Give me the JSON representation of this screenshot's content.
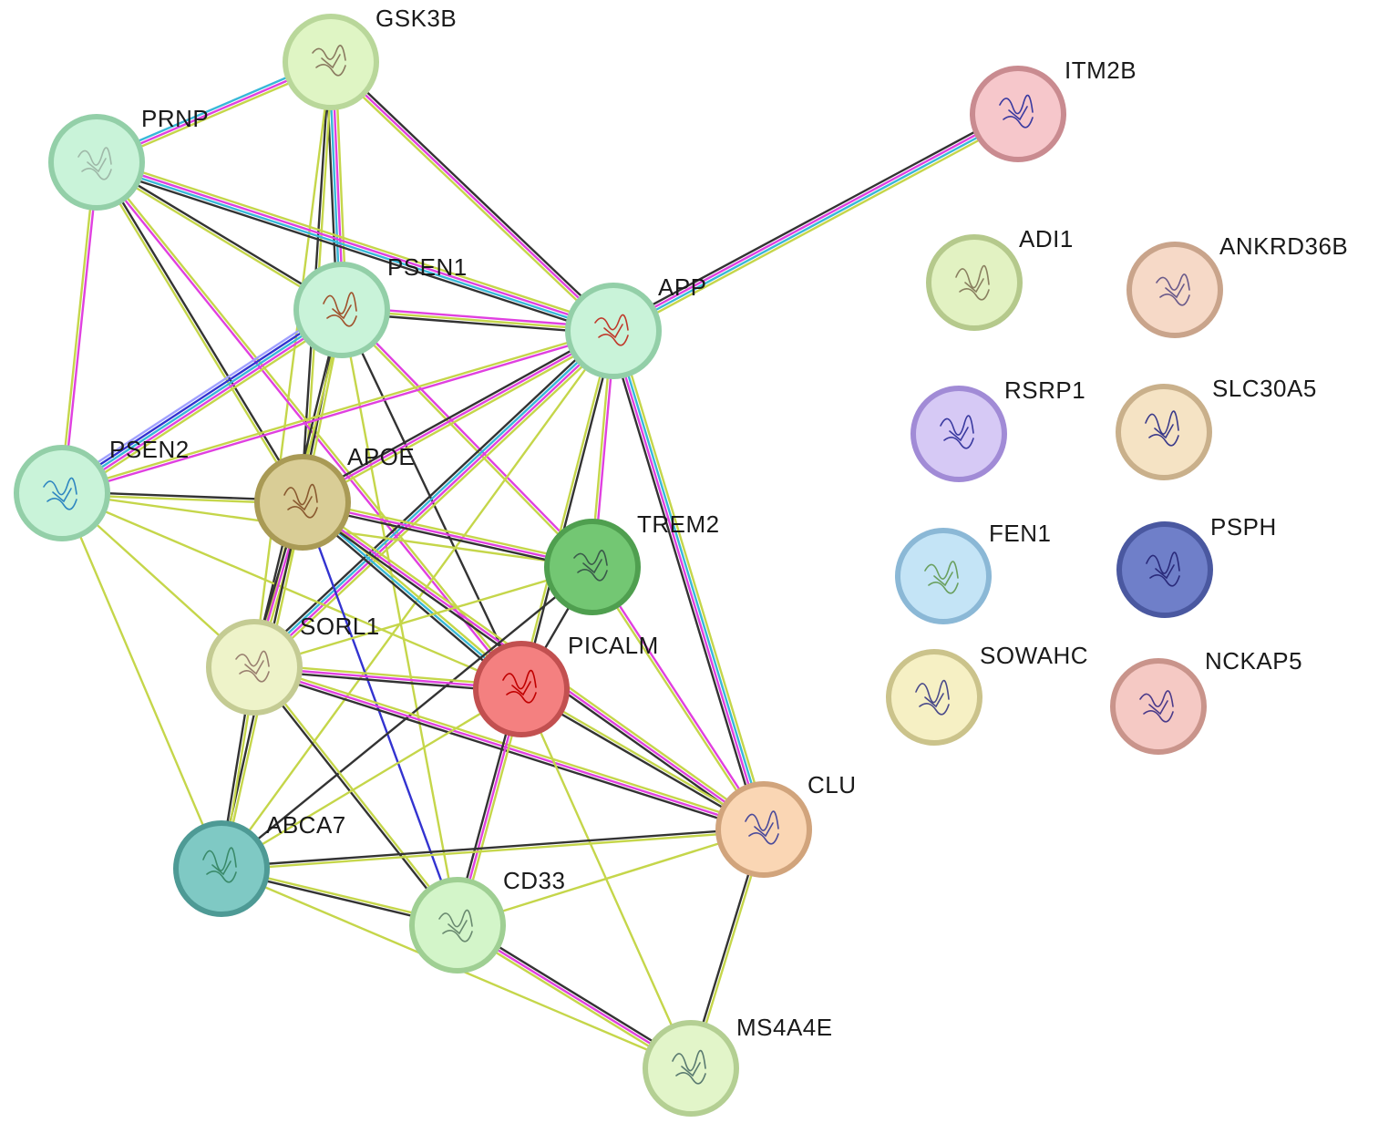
{
  "network": {
    "nodes": [
      {
        "id": "GSK3B",
        "label": "GSK3B",
        "fill": "#dff5c4",
        "stroke": "#b9d79a",
        "glyph": "#8a7a60"
      },
      {
        "id": "PRNP",
        "label": "PRNP",
        "fill": "#c9f3d9",
        "stroke": "#93cfa8",
        "glyph": "#9fb8a8"
      },
      {
        "id": "PSEN1",
        "label": "PSEN1",
        "fill": "#c9f3d9",
        "stroke": "#93cfa8",
        "glyph": "#a0522d"
      },
      {
        "id": "APP",
        "label": "APP",
        "fill": "#c9f3d9",
        "stroke": "#93cfa8",
        "glyph": "#c0392b"
      },
      {
        "id": "ITM2B",
        "label": "ITM2B",
        "fill": "#f6c7cb",
        "stroke": "#c98b90",
        "glyph": "#3a3aa0"
      },
      {
        "id": "ADI1",
        "label": "ADI1",
        "fill": "#e2f2c2",
        "stroke": "#b5c98c",
        "glyph": "#8a8060"
      },
      {
        "id": "ANKRD36B",
        "label": "ANKRD36B",
        "fill": "#f6d9c7",
        "stroke": "#c9a48b",
        "glyph": "#6a5a8a"
      },
      {
        "id": "RSRP1",
        "label": "RSRP1",
        "fill": "#d6c9f5",
        "stroke": "#a18bd6",
        "glyph": "#3a3aa0"
      },
      {
        "id": "SLC30A5",
        "label": "SLC30A5",
        "fill": "#f5e3c4",
        "stroke": "#c9b08b",
        "glyph": "#3a3a8a"
      },
      {
        "id": "PSEN2",
        "label": "PSEN2",
        "fill": "#c9f3d9",
        "stroke": "#93cfa8",
        "glyph": "#2e86c1"
      },
      {
        "id": "APOE",
        "label": "APOE",
        "fill": "#d9cd96",
        "stroke": "#a99a55",
        "glyph": "#8a5a30"
      },
      {
        "id": "TREM2",
        "label": "TREM2",
        "fill": "#73c773",
        "stroke": "#4f9f4f",
        "glyph": "#3a5a4a"
      },
      {
        "id": "FEN1",
        "label": "FEN1",
        "fill": "#c4e4f6",
        "stroke": "#8bb8d6",
        "glyph": "#6aa060"
      },
      {
        "id": "PSPH",
        "label": "PSPH",
        "fill": "#6f7fc9",
        "stroke": "#4a58a0",
        "glyph": "#2a2a7a"
      },
      {
        "id": "SORL1",
        "label": "SORL1",
        "fill": "#eef3c9",
        "stroke": "#c4cb93",
        "glyph": "#9a8070"
      },
      {
        "id": "PICALM",
        "label": "PICALM",
        "fill": "#f48080",
        "stroke": "#c25050",
        "glyph": "#c00000"
      },
      {
        "id": "SOWAHC",
        "label": "SOWAHC",
        "fill": "#f6f0c4",
        "stroke": "#cbc38b",
        "glyph": "#4a4a8a"
      },
      {
        "id": "NCKAP5",
        "label": "NCKAP5",
        "fill": "#f5c9c4",
        "stroke": "#c9948b",
        "glyph": "#4a3a8a"
      },
      {
        "id": "CLU",
        "label": "CLU",
        "fill": "#fad6b4",
        "stroke": "#d1a47c",
        "glyph": "#4a4a9a"
      },
      {
        "id": "ABCA7",
        "label": "ABCA7",
        "fill": "#7fc9c4",
        "stroke": "#4e9a95",
        "glyph": "#3a8a6a"
      },
      {
        "id": "CD33",
        "label": "CD33",
        "fill": "#d3f5c9",
        "stroke": "#9fcf93",
        "glyph": "#6a8a70"
      },
      {
        "id": "MS4A4E",
        "label": "MS4A4E",
        "fill": "#e2f5c9",
        "stroke": "#b4cf93",
        "glyph": "#5a7a70"
      }
    ],
    "edges": [
      {
        "a": "GSK3B",
        "b": "PRNP",
        "colors": [
          "#c5d64a",
          "#e040e0",
          "#38b8d8"
        ]
      },
      {
        "a": "GSK3B",
        "b": "PSEN1",
        "colors": [
          "#c5d64a",
          "#e040e0",
          "#38b8d8",
          "#333333"
        ]
      },
      {
        "a": "GSK3B",
        "b": "APP",
        "colors": [
          "#333333",
          "#e040e0",
          "#c5d64a"
        ]
      },
      {
        "a": "GSK3B",
        "b": "APOE",
        "colors": [
          "#c5d64a",
          "#333333"
        ]
      },
      {
        "a": "GSK3B",
        "b": "SORL1",
        "colors": [
          "#c5d64a"
        ]
      },
      {
        "a": "PRNP",
        "b": "PSEN1",
        "colors": [
          "#333333",
          "#c5d64a"
        ]
      },
      {
        "a": "PRNP",
        "b": "APP",
        "colors": [
          "#c5d64a",
          "#e040e0",
          "#38b8d8",
          "#333333"
        ]
      },
      {
        "a": "PRNP",
        "b": "PSEN2",
        "colors": [
          "#e040e0",
          "#c5d64a"
        ]
      },
      {
        "a": "PRNP",
        "b": "APOE",
        "colors": [
          "#333333",
          "#c5d64a"
        ]
      },
      {
        "a": "PRNP",
        "b": "PICALM",
        "colors": [
          "#c5d64a",
          "#e040e0"
        ]
      },
      {
        "a": "PSEN1",
        "b": "APP",
        "colors": [
          "#e040e0",
          "#c5d64a",
          "#333333"
        ]
      },
      {
        "a": "PSEN1",
        "b": "PSEN2",
        "colors": [
          "#c5d64a",
          "#e040e0",
          "#38b8d8",
          "#3333d0",
          "#a0a0ff"
        ]
      },
      {
        "a": "PSEN1",
        "b": "APOE",
        "colors": [
          "#c5d64a",
          "#333333"
        ]
      },
      {
        "a": "PSEN1",
        "b": "TREM2",
        "colors": [
          "#e040e0",
          "#c5d64a"
        ]
      },
      {
        "a": "PSEN1",
        "b": "SORL1",
        "colors": [
          "#c5d64a",
          "#333333"
        ]
      },
      {
        "a": "PSEN1",
        "b": "PICALM",
        "colors": [
          "#333333"
        ]
      },
      {
        "a": "PSEN1",
        "b": "CD33",
        "colors": [
          "#c5d64a"
        ]
      },
      {
        "a": "APP",
        "b": "ITM2B",
        "colors": [
          "#333333",
          "#e040e0",
          "#38b8d8",
          "#c5d64a"
        ]
      },
      {
        "a": "APP",
        "b": "PSEN2",
        "colors": [
          "#e040e0",
          "#c5d64a"
        ]
      },
      {
        "a": "APP",
        "b": "APOE",
        "colors": [
          "#c5d64a",
          "#e040e0",
          "#333333"
        ]
      },
      {
        "a": "APP",
        "b": "TREM2",
        "colors": [
          "#e040e0",
          "#c5d64a"
        ]
      },
      {
        "a": "APP",
        "b": "SORL1",
        "colors": [
          "#c5d64a",
          "#e040e0",
          "#38b8d8",
          "#333333"
        ]
      },
      {
        "a": "APP",
        "b": "PICALM",
        "colors": [
          "#333333",
          "#c5d64a"
        ]
      },
      {
        "a": "APP",
        "b": "CLU",
        "colors": [
          "#c5d64a",
          "#38b8d8",
          "#e040e0",
          "#333333"
        ]
      },
      {
        "a": "APP",
        "b": "ABCA7",
        "colors": [
          "#c5d64a"
        ]
      },
      {
        "a": "PSEN2",
        "b": "APOE",
        "colors": [
          "#333333",
          "#c5d64a"
        ]
      },
      {
        "a": "PSEN2",
        "b": "TREM2",
        "colors": [
          "#c5d64a"
        ]
      },
      {
        "a": "PSEN2",
        "b": "SORL1",
        "colors": [
          "#c5d64a"
        ]
      },
      {
        "a": "PSEN2",
        "b": "PICALM",
        "colors": [
          "#c5d64a"
        ]
      },
      {
        "a": "PSEN2",
        "b": "ABCA7",
        "colors": [
          "#c5d64a"
        ]
      },
      {
        "a": "APOE",
        "b": "TREM2",
        "colors": [
          "#c5d64a",
          "#e040e0",
          "#333333"
        ]
      },
      {
        "a": "APOE",
        "b": "SORL1",
        "colors": [
          "#c5d64a",
          "#e040e0",
          "#333333"
        ]
      },
      {
        "a": "APOE",
        "b": "PICALM",
        "colors": [
          "#c5d64a",
          "#38b8d8",
          "#333333"
        ]
      },
      {
        "a": "APOE",
        "b": "ABCA7",
        "colors": [
          "#c5d64a",
          "#333333"
        ]
      },
      {
        "a": "APOE",
        "b": "CD33",
        "colors": [
          "#3333d0"
        ]
      },
      {
        "a": "APOE",
        "b": "CLU",
        "colors": [
          "#c5d64a",
          "#e040e0",
          "#333333"
        ]
      },
      {
        "a": "TREM2",
        "b": "SORL1",
        "colors": [
          "#c5d64a"
        ]
      },
      {
        "a": "TREM2",
        "b": "PICALM",
        "colors": [
          "#333333"
        ]
      },
      {
        "a": "TREM2",
        "b": "CLU",
        "colors": [
          "#e040e0",
          "#c5d64a"
        ]
      },
      {
        "a": "TREM2",
        "b": "ABCA7",
        "colors": [
          "#333333"
        ]
      },
      {
        "a": "SORL1",
        "b": "PICALM",
        "colors": [
          "#c5d64a",
          "#e040e0",
          "#333333"
        ]
      },
      {
        "a": "SORL1",
        "b": "CLU",
        "colors": [
          "#c5d64a",
          "#e040e0",
          "#333333"
        ]
      },
      {
        "a": "SORL1",
        "b": "ABCA7",
        "colors": [
          "#c5d64a",
          "#333333"
        ]
      },
      {
        "a": "SORL1",
        "b": "CD33",
        "colors": [
          "#c5d64a",
          "#333333"
        ]
      },
      {
        "a": "PICALM",
        "b": "CLU",
        "colors": [
          "#c5d64a",
          "#333333"
        ]
      },
      {
        "a": "PICALM",
        "b": "CD33",
        "colors": [
          "#c5d64a",
          "#e040e0",
          "#333333"
        ]
      },
      {
        "a": "PICALM",
        "b": "ABCA7",
        "colors": [
          "#c5d64a"
        ]
      },
      {
        "a": "PICALM",
        "b": "MS4A4E",
        "colors": [
          "#c5d64a"
        ]
      },
      {
        "a": "CLU",
        "b": "ABCA7",
        "colors": [
          "#c5d64a",
          "#333333"
        ]
      },
      {
        "a": "CLU",
        "b": "CD33",
        "colors": [
          "#c5d64a"
        ]
      },
      {
        "a": "CLU",
        "b": "MS4A4E",
        "colors": [
          "#c5d64a",
          "#333333"
        ]
      },
      {
        "a": "ABCA7",
        "b": "CD33",
        "colors": [
          "#c5d64a",
          "#333333"
        ]
      },
      {
        "a": "ABCA7",
        "b": "MS4A4E",
        "colors": [
          "#c5d64a"
        ]
      },
      {
        "a": "CD33",
        "b": "MS4A4E",
        "colors": [
          "#333333",
          "#e040e0",
          "#c5d64a"
        ]
      }
    ]
  }
}
